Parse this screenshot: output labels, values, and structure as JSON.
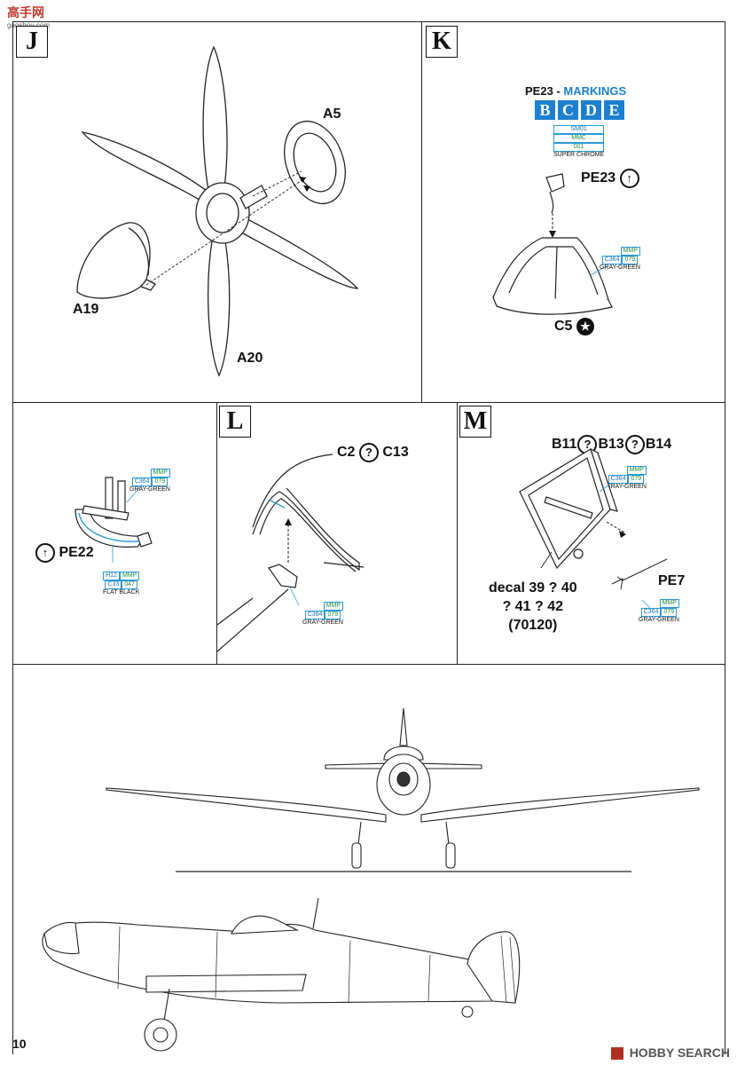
{
  "header": {
    "logo_text": "高手网",
    "logo_sub": "gaoshou.com"
  },
  "steps": {
    "J": {
      "letter": "J",
      "parts": {
        "a5": "A5",
        "a19": "A19",
        "a20": "A20"
      }
    },
    "K": {
      "letter": "K",
      "markings_title": "PE23 -",
      "markings_highlight": "MARKINGS",
      "marking_letters": [
        "B",
        "C",
        "D",
        "E"
      ],
      "paint_chrome": {
        "code1": "SM01",
        "code2": "MMC",
        "code3": "001",
        "name": "SUPER CHROME"
      },
      "pe23": "PE23",
      "paint_gg": {
        "c": "C364",
        "mmp": "MMP",
        "num": "079",
        "name": "GRAY-GREEN"
      },
      "c5": "C5"
    },
    "left_mid": {
      "paint_gg": {
        "c": "C364",
        "mmp": "MMP",
        "num": "079",
        "name": "GRAY-GREEN"
      },
      "pe22": "PE22",
      "paint_black": {
        "c": "H12",
        "c2": "C33",
        "mmp": "MMP",
        "num": "047",
        "name": "FLAT BLACK"
      }
    },
    "L": {
      "letter": "L",
      "parts_a": "C2",
      "parts_b": "C13",
      "paint_gg": {
        "c": "C364",
        "mmp": "MMP",
        "num": "079",
        "name": "GRAY-GREEN"
      }
    },
    "M": {
      "letter": "M",
      "b11": "B11",
      "b13": "B13",
      "b14": "B14",
      "paint_gg_top": {
        "c": "C364",
        "mmp": "MMP",
        "num": "079",
        "name": "GRAY-GREEN"
      },
      "decal_line1": "decal 39 ? 40",
      "decal_line2": "? 41 ? 42",
      "decal_line3": "(70120)",
      "pe7": "PE7",
      "paint_gg_bottom": {
        "c": "C364",
        "mmp": "MMP",
        "num": "079",
        "name": "GRAY-GREEN"
      }
    }
  },
  "footer": {
    "page_number": "10",
    "watermark": "HOBBY SEARCH"
  },
  "colors": {
    "marking_blue": "#1c7fd0",
    "paint_green": "#1e8c3a",
    "logo_red": "#c0392b"
  }
}
